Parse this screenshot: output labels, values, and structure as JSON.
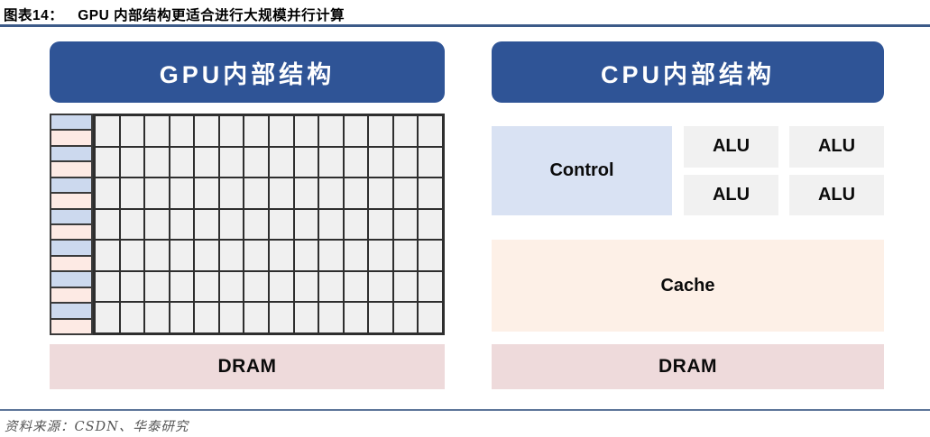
{
  "page": {
    "title_label": "图表14：",
    "title_text": "GPU 内部结构更适合进行大规模并行计算",
    "source_text": "资料来源：CSDN、华泰研究"
  },
  "colors": {
    "header_blue": "#2F5496",
    "title_rule": "#3C5A88",
    "footer_rule": "#5D7599",
    "grid_cell": "#F0F0F0",
    "grid_border": "#2E2E2E",
    "strip_blue": "#CCD9EE",
    "strip_pink": "#FDEAE4",
    "control_bg": "#D9E2F3",
    "alu_bg": "#F1F1F1",
    "cache_bg": "#FDF0E7",
    "dram_bg": "#EEDADB"
  },
  "gpu": {
    "header": "GPU内部结构",
    "grid": {
      "rows": 7,
      "cols": 14,
      "strip_cells": 14,
      "strip_pattern": [
        "blue",
        "pink"
      ]
    },
    "dram_label": "DRAM"
  },
  "cpu": {
    "header": "CPU内部结构",
    "control_label": "Control",
    "alu_labels": [
      "ALU",
      "ALU",
      "ALU",
      "ALU"
    ],
    "cache_label": "Cache",
    "dram_label": "DRAM"
  }
}
